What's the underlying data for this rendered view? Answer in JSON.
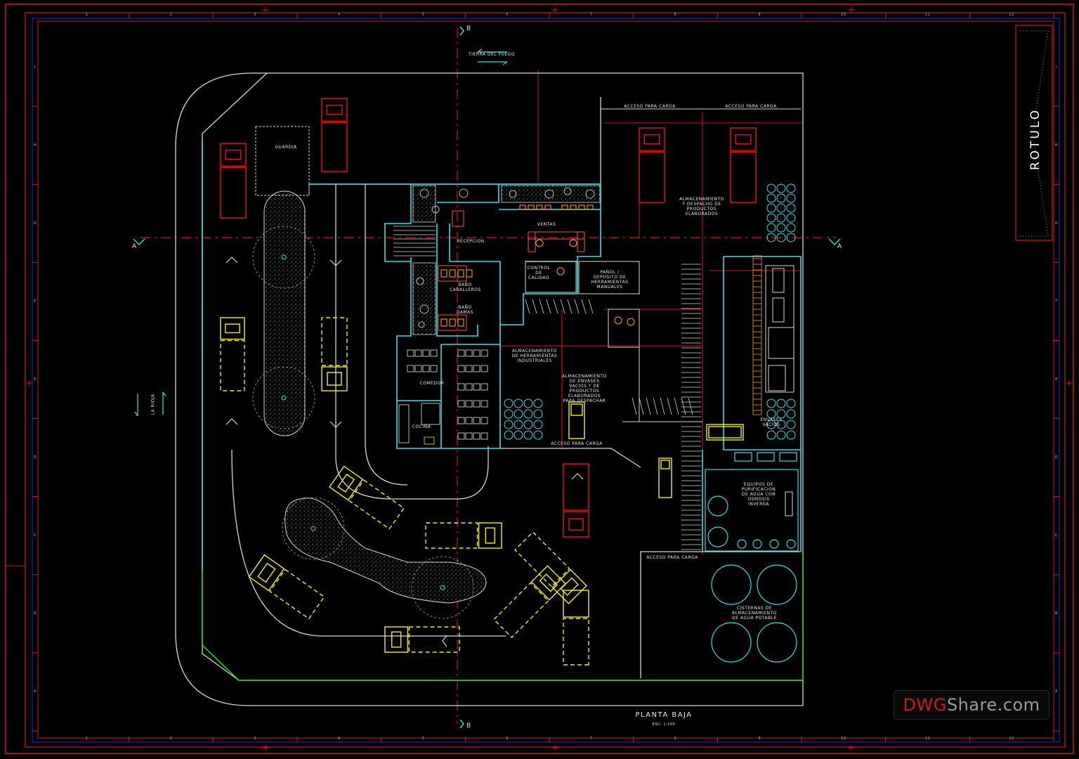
{
  "title_block": {
    "label": "ROTULO"
  },
  "watermark": {
    "part1": "DWG",
    "part2": "Share.com"
  },
  "drawing": {
    "title": "PLANTA BAJA",
    "scale": "ESC: 1:100"
  },
  "section_markers": {
    "a_left": "A",
    "a_right": "A",
    "b_top": "B",
    "b_bottom": "B"
  },
  "streets": {
    "top": "TIERRA DEL FUEGO",
    "left": "LA RIOJA"
  },
  "grid": {
    "columns": [
      "1",
      "2",
      "3",
      "4",
      "5",
      "6",
      "7",
      "8",
      "9",
      "10",
      "11",
      "12"
    ],
    "rows": [
      "I",
      "H",
      "G",
      "F",
      "E",
      "D",
      "C",
      "B",
      "A"
    ]
  },
  "rooms": {
    "guardia": "GUARDIA",
    "recepcion": "RECEPCION",
    "ventas": "VENTAS",
    "control_calidad": "CONTROL\nDE\nCALIDAD",
    "panol": "PAÑOL /\nDEPOSITO DE\nHERRAMIENTAS\nMANUALES",
    "bano_caballeros": "BAÑO\nCABALLEROS",
    "bano_damas": "BAÑO\nDAMAS",
    "almacen_herramientas": "ALMACENAMIENTO\nDE HERRAMIENTAS\nINDUSTRIALES",
    "almacen_envases": "ALMACENAMIENTO\nDE ENVASES\nVACIOS Y DE\nPRODUCTOS\nELABORADOS\nPARA DESPACHAR",
    "comedor": "COMEDOR",
    "cocina": "COCINA",
    "almacen_productos": "ALMACENAMIENTO\nY DESPACHO DE\nPRODUCTOS\nELABORADOS",
    "envases_vacios": "ENVASES\nVACIOS",
    "equipos_agua": "EQUIPOS DE\nPURIFICACION\nDE AGUA CON\nOSMOSIS\nINVERSA",
    "cisternas": "CISTERNAS DE\nALMACENAMIENTO\nDE AGUA POTABLE"
  },
  "access": {
    "carga_1": "ACCESO  PARA CARGA",
    "carga_2": "ACCESO  PARA CARGA",
    "carga_3": "ACCESO  PARA CARGA",
    "carga_4": "ACCESO  PARA CARGA"
  },
  "colors": {
    "background": "#000000",
    "border": "#d01a1a",
    "frame": "#1e1ec8",
    "walls": "#33e0e8",
    "outline": "#d8d8d8",
    "axes": "#e01010",
    "vehicles": "#f2f200",
    "landscape": "#22dd22"
  }
}
